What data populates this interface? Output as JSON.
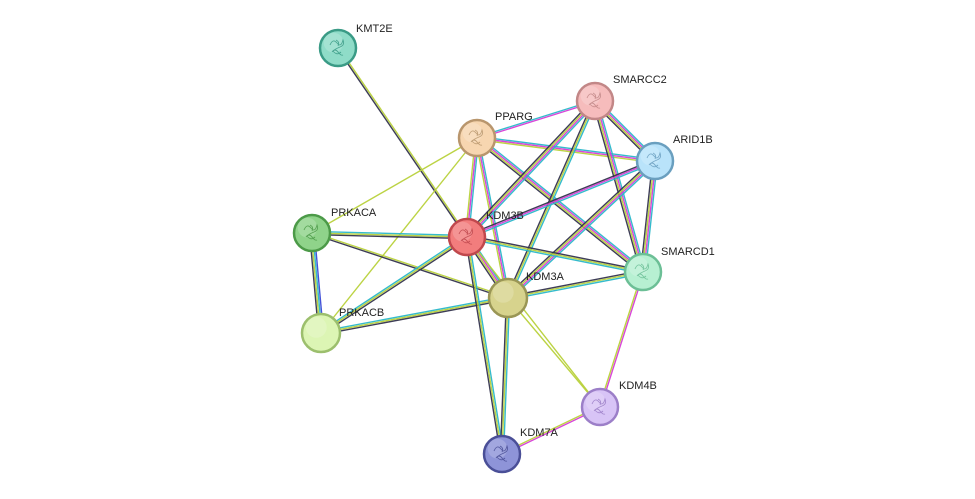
{
  "network": {
    "nodes": [
      {
        "id": "KMT2E",
        "label": "KMT2E",
        "color": "#8fdcc8",
        "border": "#3a9b86",
        "glyph": "protein-structure-icon"
      },
      {
        "id": "SMARCC2",
        "label": "SMARCC2",
        "color": "#f6bcbc",
        "border": "#c28787",
        "glyph": "protein-structure-icon"
      },
      {
        "id": "PPARG",
        "label": "PPARG",
        "color": "#f7d6b0",
        "border": "#b9966d",
        "glyph": "protein-structure-icon"
      },
      {
        "id": "ARID1B",
        "label": "ARID1B",
        "color": "#b9e3fa",
        "border": "#6a9fbf",
        "glyph": "protein-structure-icon"
      },
      {
        "id": "PRKACA",
        "label": "PRKACA",
        "color": "#8fd38a",
        "border": "#4c9a48",
        "glyph": "protein-structure-icon"
      },
      {
        "id": "KDM3B",
        "label": "KDM3B",
        "color": "#f27d7d",
        "border": "#c0484d",
        "glyph": "protein-structure-icon"
      },
      {
        "id": "SMARCD1",
        "label": "SMARCD1",
        "color": "#b7f0d2",
        "border": "#6cbf96",
        "glyph": "protein-structure-icon"
      },
      {
        "id": "KDM3A",
        "label": "KDM3A",
        "color": "#d7d38d",
        "border": "#9a9655",
        "glyph": ""
      },
      {
        "id": "PRKACB",
        "label": "PRKACB",
        "color": "#dcf5b4",
        "border": "#9cbf6d",
        "glyph": ""
      },
      {
        "id": "KDM4B",
        "label": "KDM4B",
        "color": "#d8c4f6",
        "border": "#9c7fc8",
        "glyph": "protein-structure-icon"
      },
      {
        "id": "KDM7A",
        "label": "KDM7A",
        "color": "#8e94d8",
        "border": "#4a4f97",
        "glyph": "protein-structure-icon"
      }
    ],
    "edge_colors": {
      "database": "#2ab7c9",
      "experimental": "#d63cd6",
      "textmining": "#b8d13a",
      "coexpression": "#33334d",
      "neighborhood": "#3a49d6"
    },
    "edges": [
      {
        "source": "KMT2E",
        "target": "KDM3B",
        "types": [
          "coexpression",
          "textmining"
        ]
      },
      {
        "source": "PPARG",
        "target": "SMARCC2",
        "types": [
          "database",
          "experimental"
        ]
      },
      {
        "source": "PPARG",
        "target": "ARID1B",
        "types": [
          "database",
          "experimental",
          "textmining"
        ]
      },
      {
        "source": "PPARG",
        "target": "SMARCD1",
        "types": [
          "database",
          "experimental",
          "textmining",
          "coexpression"
        ]
      },
      {
        "source": "PPARG",
        "target": "KDM3B",
        "types": [
          "database",
          "experimental",
          "textmining"
        ]
      },
      {
        "source": "PPARG",
        "target": "KDM3A",
        "types": [
          "database",
          "experimental",
          "textmining"
        ]
      },
      {
        "source": "PPARG",
        "target": "PRKACA",
        "types": [
          "textmining"
        ]
      },
      {
        "source": "PPARG",
        "target": "PRKACB",
        "types": [
          "textmining"
        ]
      },
      {
        "source": "SMARCC2",
        "target": "ARID1B",
        "types": [
          "database",
          "experimental",
          "textmining",
          "coexpression"
        ]
      },
      {
        "source": "SMARCC2",
        "target": "SMARCD1",
        "types": [
          "database",
          "experimental",
          "textmining",
          "coexpression"
        ]
      },
      {
        "source": "SMARCC2",
        "target": "KDM3B",
        "types": [
          "database",
          "experimental",
          "textmining",
          "coexpression"
        ]
      },
      {
        "source": "SMARCC2",
        "target": "KDM3A",
        "types": [
          "database",
          "textmining",
          "coexpression"
        ]
      },
      {
        "source": "ARID1B",
        "target": "SMARCD1",
        "types": [
          "database",
          "experimental",
          "textmining",
          "coexpression"
        ]
      },
      {
        "source": "ARID1B",
        "target": "KDM3B",
        "types": [
          "database",
          "experimental",
          "coexpression"
        ]
      },
      {
        "source": "ARID1B",
        "target": "KDM3A",
        "types": [
          "database",
          "experimental",
          "textmining",
          "coexpression"
        ]
      },
      {
        "source": "SMARCD1",
        "target": "KDM3B",
        "types": [
          "database",
          "textmining",
          "coexpression"
        ]
      },
      {
        "source": "SMARCD1",
        "target": "KDM3A",
        "types": [
          "database",
          "textmining",
          "coexpression"
        ]
      },
      {
        "source": "SMARCD1",
        "target": "KDM4B",
        "types": [
          "experimental",
          "textmining"
        ]
      },
      {
        "source": "PRKACA",
        "target": "KDM3B",
        "types": [
          "database",
          "textmining",
          "coexpression"
        ]
      },
      {
        "source": "PRKACA",
        "target": "KDM3A",
        "types": [
          "coexpression",
          "textmining"
        ]
      },
      {
        "source": "PRKACA",
        "target": "PRKACB",
        "types": [
          "database",
          "neighborhood",
          "coexpression",
          "textmining"
        ]
      },
      {
        "source": "PRKACB",
        "target": "KDM3B",
        "types": [
          "database",
          "textmining",
          "coexpression"
        ]
      },
      {
        "source": "PRKACB",
        "target": "KDM3A",
        "types": [
          "database",
          "textmining",
          "coexpression"
        ]
      },
      {
        "source": "KDM3B",
        "target": "KDM3A",
        "types": [
          "database",
          "experimental",
          "textmining",
          "coexpression"
        ]
      },
      {
        "source": "KDM3B",
        "target": "KDM7A",
        "types": [
          "database",
          "textmining",
          "coexpression"
        ]
      },
      {
        "source": "KDM3B",
        "target": "KDM4B",
        "types": [
          "textmining"
        ]
      },
      {
        "source": "KDM3A",
        "target": "KDM7A",
        "types": [
          "database",
          "textmining",
          "coexpression"
        ]
      },
      {
        "source": "KDM3A",
        "target": "KDM4B",
        "types": [
          "textmining"
        ]
      },
      {
        "source": "KDM4B",
        "target": "KDM7A",
        "types": [
          "experimental",
          "textmining"
        ]
      }
    ]
  }
}
